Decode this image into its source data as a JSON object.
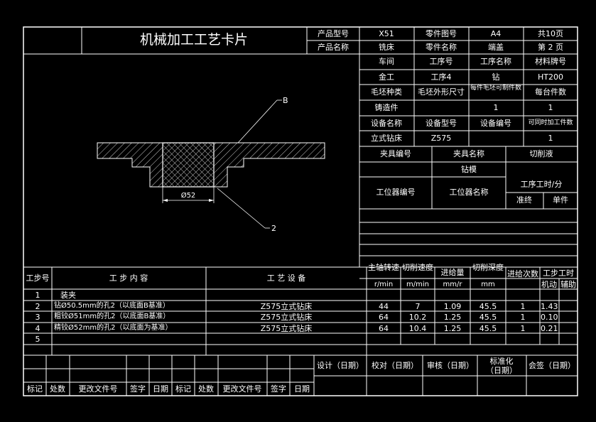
{
  "title": "机械加工工艺卡片",
  "header": {
    "product_model_label": "产品型号",
    "product_model": "X51",
    "part_drawing_no_label": "零件图号",
    "part_drawing_no": "A4",
    "total_pages": "共10页",
    "product_name_label": "产品名称",
    "product_name": "铣床",
    "part_name_label": "零件名称",
    "part_name": "端盖",
    "page_no": "第 2 页"
  },
  "info": {
    "workshop_label": "车间",
    "process_no_label": "工序号",
    "process_name_label": "工序名称",
    "material_label": "材料牌号",
    "workshop": "金工",
    "process_no": "工序4",
    "process_name": "钻",
    "material": "HT200",
    "blank_type_label": "毛坯种类",
    "blank_size_label": "毛坯外形尺寸",
    "parts_per_blank_label": "每件毛坯可制件数",
    "parts_per_unit_label": "每台件数",
    "blank_type": "铸造件",
    "parts_per_blank": "1",
    "parts_per_unit": "1",
    "equip_name_label": "设备名称",
    "equip_model_label": "设备型号",
    "equip_no_label": "设备编号",
    "simul_label": "可同时加工件数",
    "equip_name": "立式钻床",
    "equip_model": "Z575",
    "simul": "1",
    "fixture_no_label": "夹具编号",
    "fixture_name_label": "夹具名称",
    "coolant_label": "切削液",
    "fixture_name": "钻模",
    "station_no_label": "工位器编号",
    "station_name_label": "工位器名称",
    "process_time_label": "工序工时/分",
    "prep_label": "准终",
    "unit_label": "单件"
  },
  "drawing": {
    "label_b": "B",
    "label_2": "2",
    "dimension": "Ø52"
  },
  "steps_header": {
    "step_no": "工步号",
    "step_content": "工  步  内  容",
    "equipment": "工  艺  设  备",
    "spindle_speed": "主轴转速",
    "spindle_unit": "r/min",
    "cut_speed": "切削速度",
    "cut_speed_unit": "m/min",
    "feed": "进给量",
    "feed_unit": "mm/r",
    "cut_depth": "切削深度",
    "cut_depth_unit": "mm",
    "feed_times": "进给次数",
    "step_time": "工步工时",
    "machine_time": "机动",
    "aux_time": "辅助"
  },
  "steps": [
    {
      "no": "1",
      "content": "装夹",
      "equipment": "",
      "speed": "",
      "cut_speed": "",
      "feed": "",
      "depth": "",
      "times": "",
      "machine": ""
    },
    {
      "no": "2",
      "content": "钻Ø50.5mm的孔2（以底面B基准）",
      "equipment": "Z575立式钻床",
      "speed": "44",
      "cut_speed": "7",
      "feed": "1.09",
      "depth": "45.5",
      "times": "1",
      "machine": "1.43"
    },
    {
      "no": "3",
      "content": "粗铰Ø51mm的孔2（以底面B基准）",
      "equipment": "Z575立式钻床",
      "speed": "64",
      "cut_speed": "10.2",
      "feed": "1.25",
      "depth": "45.5",
      "times": "1",
      "machine": "0.10"
    },
    {
      "no": "4",
      "content": "精铰Ø52mm的孔2（以底面为基准）",
      "equipment": "Z575立式钻床",
      "speed": "64",
      "cut_speed": "10.4",
      "feed": "1.25",
      "depth": "45.5",
      "times": "1",
      "machine": "0.21"
    },
    {
      "no": "5",
      "content": "",
      "equipment": "",
      "speed": "",
      "cut_speed": "",
      "feed": "",
      "depth": "",
      "times": "",
      "machine": ""
    }
  ],
  "signatures": {
    "design": "设计（日期）",
    "check": "校对（日期）",
    "review": "审核（日期）",
    "standard": "标准化",
    "standard_date": "（日期）",
    "countersign": "会签（日期）"
  },
  "revisions": {
    "mark": "标记",
    "count": "处数",
    "doc_no": "更改文件号",
    "sign": "签字",
    "date": "日期"
  }
}
